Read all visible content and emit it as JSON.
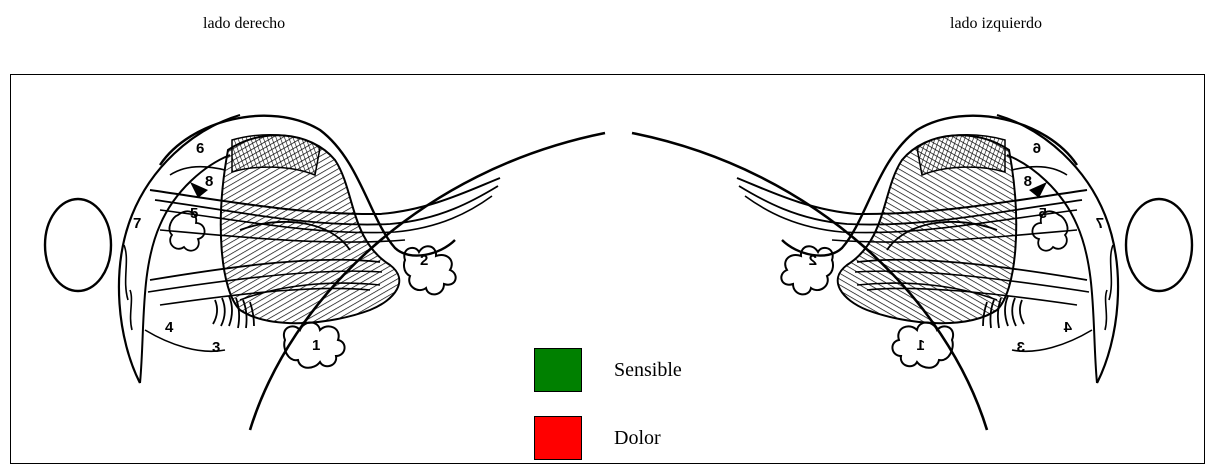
{
  "header": {
    "right_side_label": "lado derecho",
    "left_side_label": "lado izquierdo"
  },
  "diagram": {
    "region_numbers": [
      "1",
      "2",
      "3",
      "4",
      "5",
      "6",
      "7",
      "8"
    ]
  },
  "legend": {
    "items": [
      {
        "label": "Sensible",
        "color": "#008000"
      },
      {
        "label": "Dolor",
        "color": "#ff0000"
      }
    ]
  }
}
